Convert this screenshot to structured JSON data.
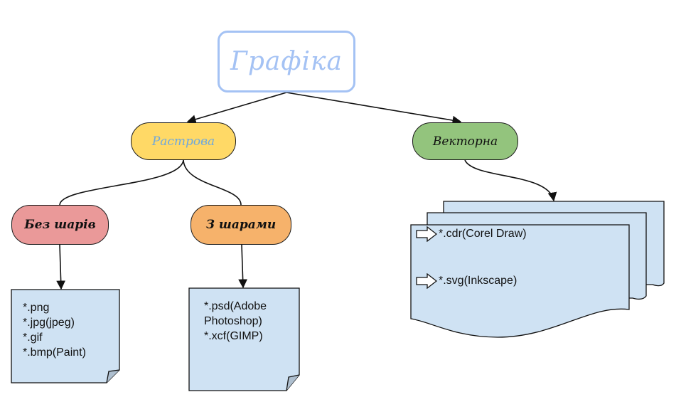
{
  "root": {
    "label": "Графіка"
  },
  "branches": {
    "raster": {
      "label": "Растрова"
    },
    "vector": {
      "label": "Векторна"
    }
  },
  "subbranches": {
    "no_layers": {
      "label": "Без шарів"
    },
    "with_layers": {
      "label": "З шарами"
    }
  },
  "lists": {
    "no_layers_formats": [
      "*.png",
      "*.jpg(jpeg)",
      "*.gif",
      "*.bmp(Paint)"
    ],
    "with_layers_formats": [
      "*.psd(Adobe Photoshop)",
      "*.xcf(GIMP)"
    ],
    "vector_formats": [
      "*.cdr(Corel Draw)",
      "*.svg(Inkscape)"
    ]
  },
  "icons": {
    "vector_item_icon": "arrow-right-outline-icon"
  },
  "colors": {
    "root_border": "#a4c2f4",
    "raster_fill": "#ffd966",
    "vector_fill": "#93c47d",
    "no_layers_fill": "#ea9999",
    "with_layers_fill": "#f6b26b",
    "document_fill": "#cfe2f3"
  }
}
